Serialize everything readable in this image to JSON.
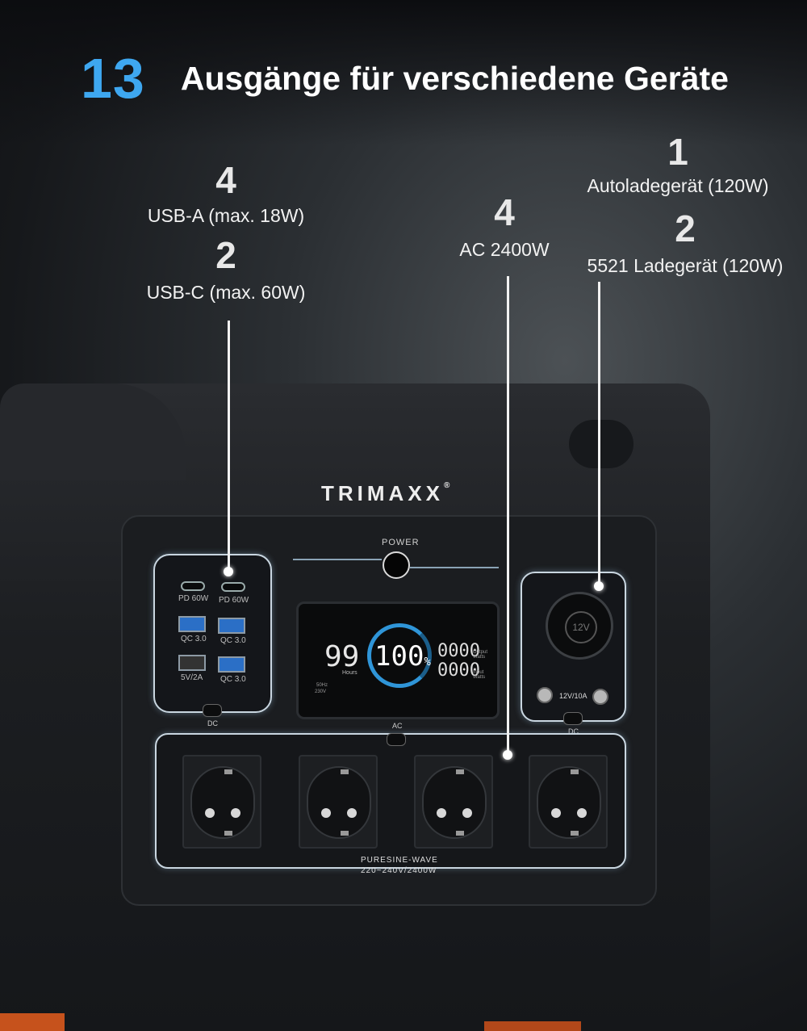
{
  "heading": {
    "number": "13",
    "title": "Ausgänge für verschiedene Geräte"
  },
  "callouts": {
    "usb_a": {
      "count": "4",
      "label": "USB-A (max. 18W)"
    },
    "usb_c": {
      "count": "2",
      "label": "USB-C (max. 60W)"
    },
    "ac": {
      "count": "4",
      "label": "AC 2400W"
    },
    "car": {
      "count": "1",
      "label": "Autoladegerät (120W)"
    },
    "dc5521": {
      "count": "2",
      "label": "5521 Ladegerät (120W)"
    }
  },
  "device": {
    "brand": "TRIMAXX",
    "power_label": "POWER",
    "usb_ports": [
      "PD 60W",
      "PD 60W",
      "QC 3.0",
      "QC 3.0",
      "5V/2A",
      "QC 3.0"
    ],
    "dc_label": "DC",
    "ac_label": "AC",
    "lcd": {
      "hours_value": "99",
      "hours_unit": "Hours",
      "percent": "100",
      "percent_sign": "%",
      "output": "0000",
      "input": "0000",
      "hz": "50Hz",
      "volt": "230V",
      "output_unit": "Output Watts",
      "input_unit": "Input Watts"
    },
    "car_socket_text": "12V",
    "car_rating": "12V/10A",
    "dc_label_right": "DC",
    "ac_wave": "PURESINE-WAVE",
    "ac_rating": "220~240V/2400W"
  },
  "colors": {
    "accent": "#3ea7f0",
    "background": "#15171a"
  }
}
